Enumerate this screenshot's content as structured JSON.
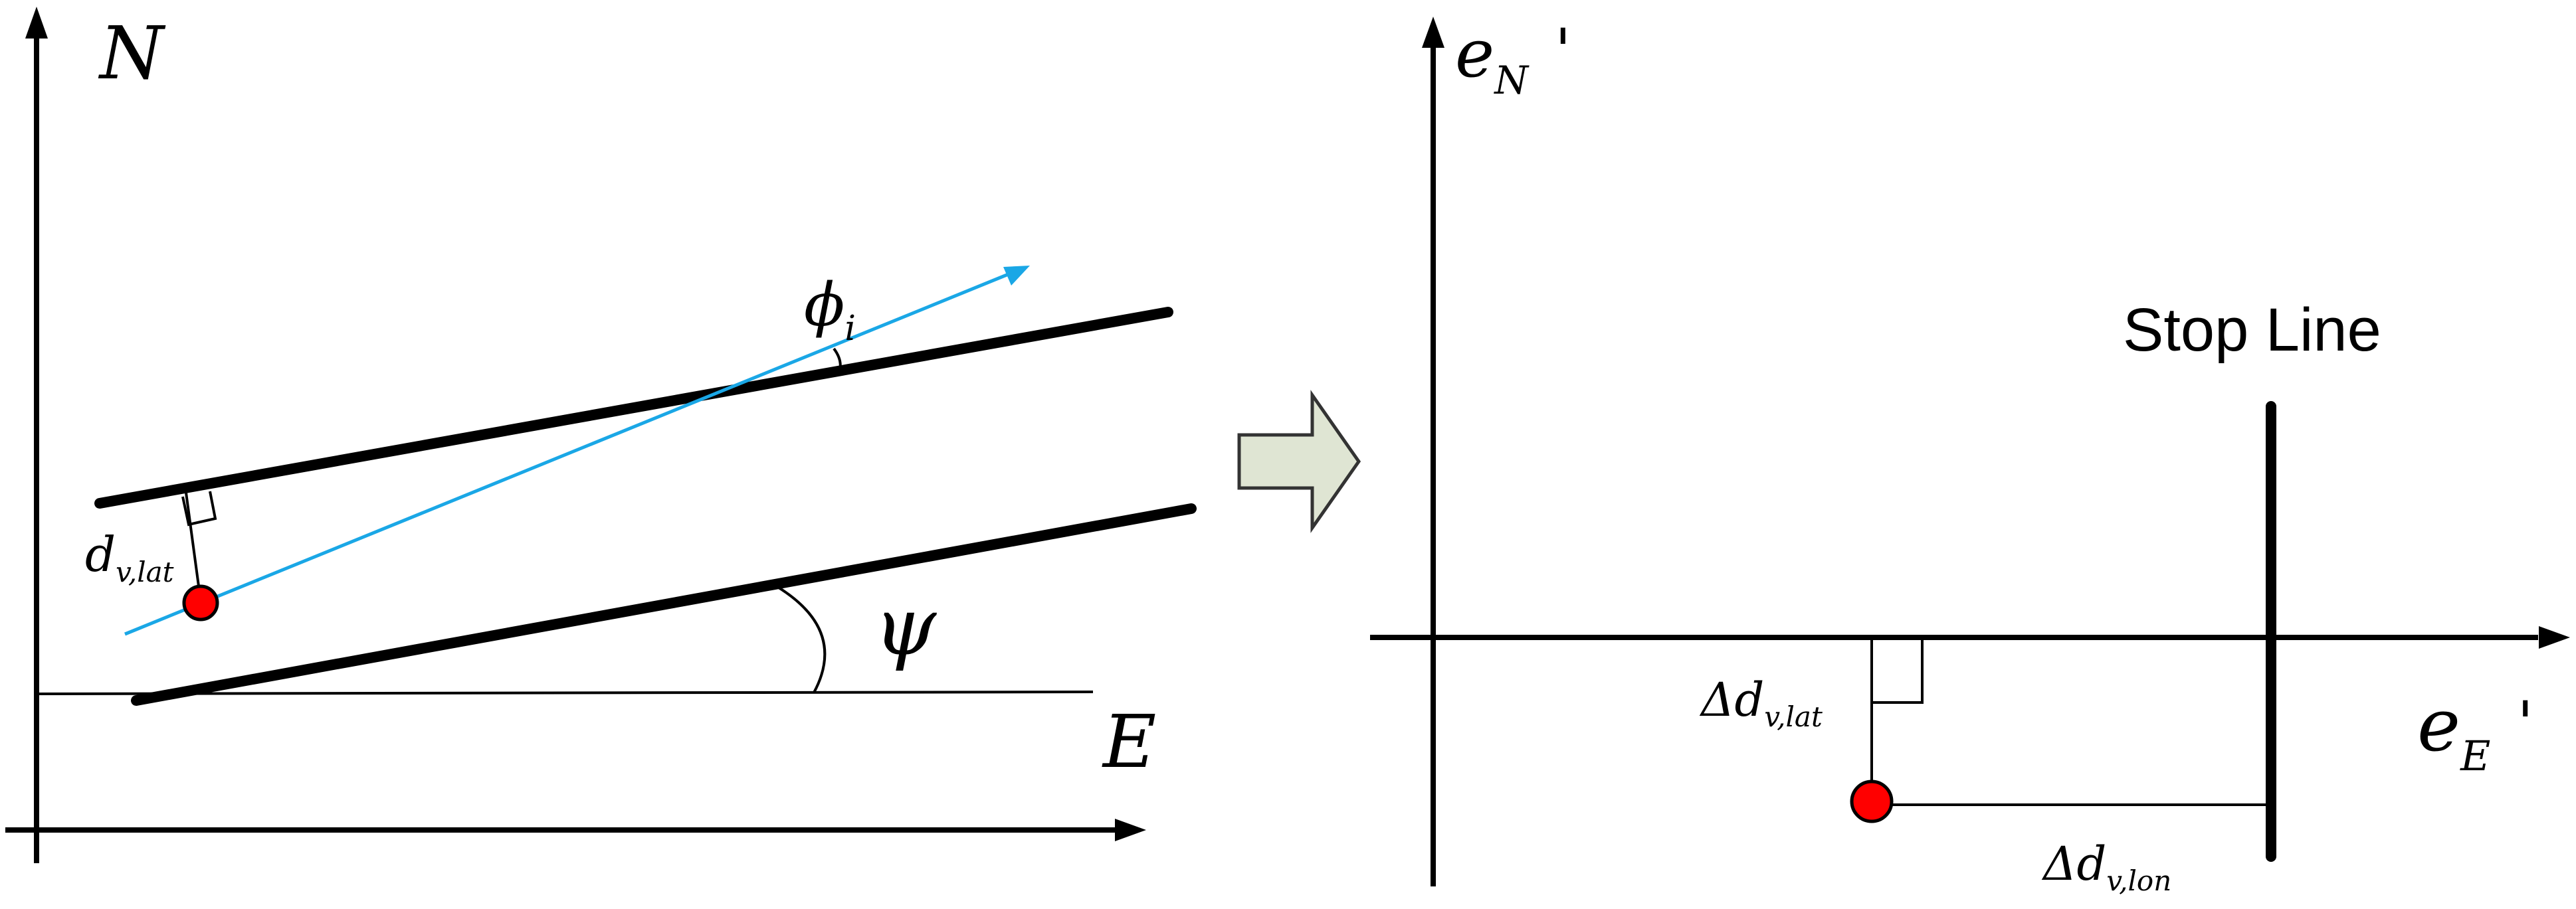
{
  "left_panel": {
    "axis_n_label": "N",
    "axis_e_label": "E",
    "heading_angle_label": "ψ",
    "phi_label": {
      "base": "ϕ",
      "sub": "i"
    },
    "lateral_distance_label": {
      "base": "d",
      "sub": "v,lat"
    }
  },
  "right_panel": {
    "axis_en_label": {
      "base": "e",
      "sub": "N",
      "prime": "'"
    },
    "axis_ee_label": {
      "base": "e",
      "sub": "E",
      "prime": "'"
    },
    "stop_line_label": "Stop Line",
    "delta_lat_label": {
      "base": "Δd",
      "sub": "v,lat"
    },
    "delta_lon_label": {
      "base": "Δd",
      "sub": "v,lon"
    }
  },
  "colors": {
    "line": "#000000",
    "vehicle_marker": "#ff0000",
    "direction_vector": "#1aa7e6",
    "transform_arrow_fill": "#dfe5d3",
    "transform_arrow_stroke": "#333333"
  }
}
